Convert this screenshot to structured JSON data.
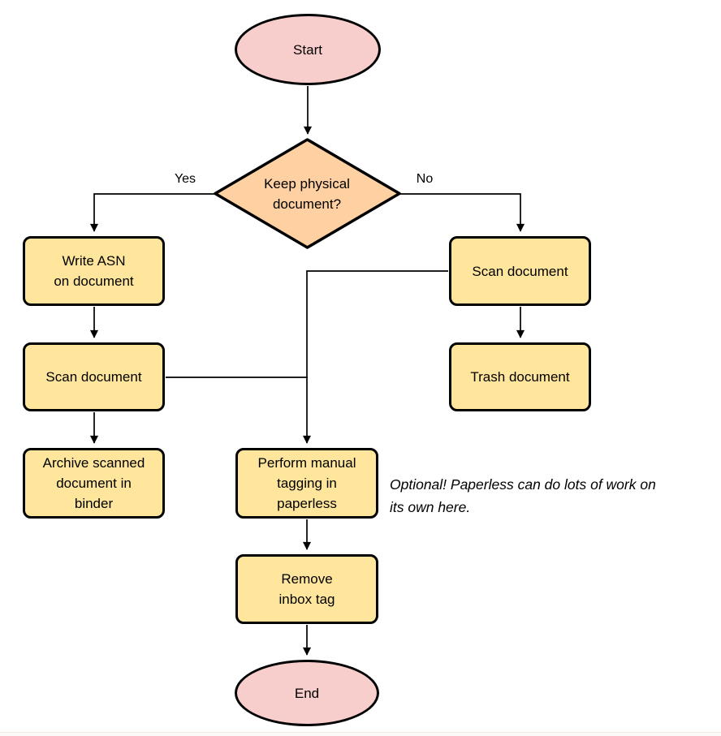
{
  "colors": {
    "terminal_fill": "#f8cecc",
    "decision_fill": "#ffd1a2",
    "process_fill": "#ffe69c",
    "stroke": "#000000"
  },
  "nodes": {
    "start": {
      "label": "Start"
    },
    "decision": {
      "label": "Keep physical\ndocument?"
    },
    "write_asn": {
      "label": "Write ASN\non document"
    },
    "scan_left": {
      "label": "Scan document"
    },
    "archive": {
      "label": "Archive scanned\ndocument in\nbinder"
    },
    "scan_right": {
      "label": "Scan document"
    },
    "trash": {
      "label": "Trash document"
    },
    "tagging": {
      "label": "Perform manual\ntagging in\npaperless"
    },
    "remove_inbox": {
      "label": "Remove\ninbox tag"
    },
    "end": {
      "label": "End"
    }
  },
  "edge_labels": {
    "yes": "Yes",
    "no": "No"
  },
  "annotation": {
    "text": "Optional! Paperless can do lots of work on\nits own here."
  }
}
